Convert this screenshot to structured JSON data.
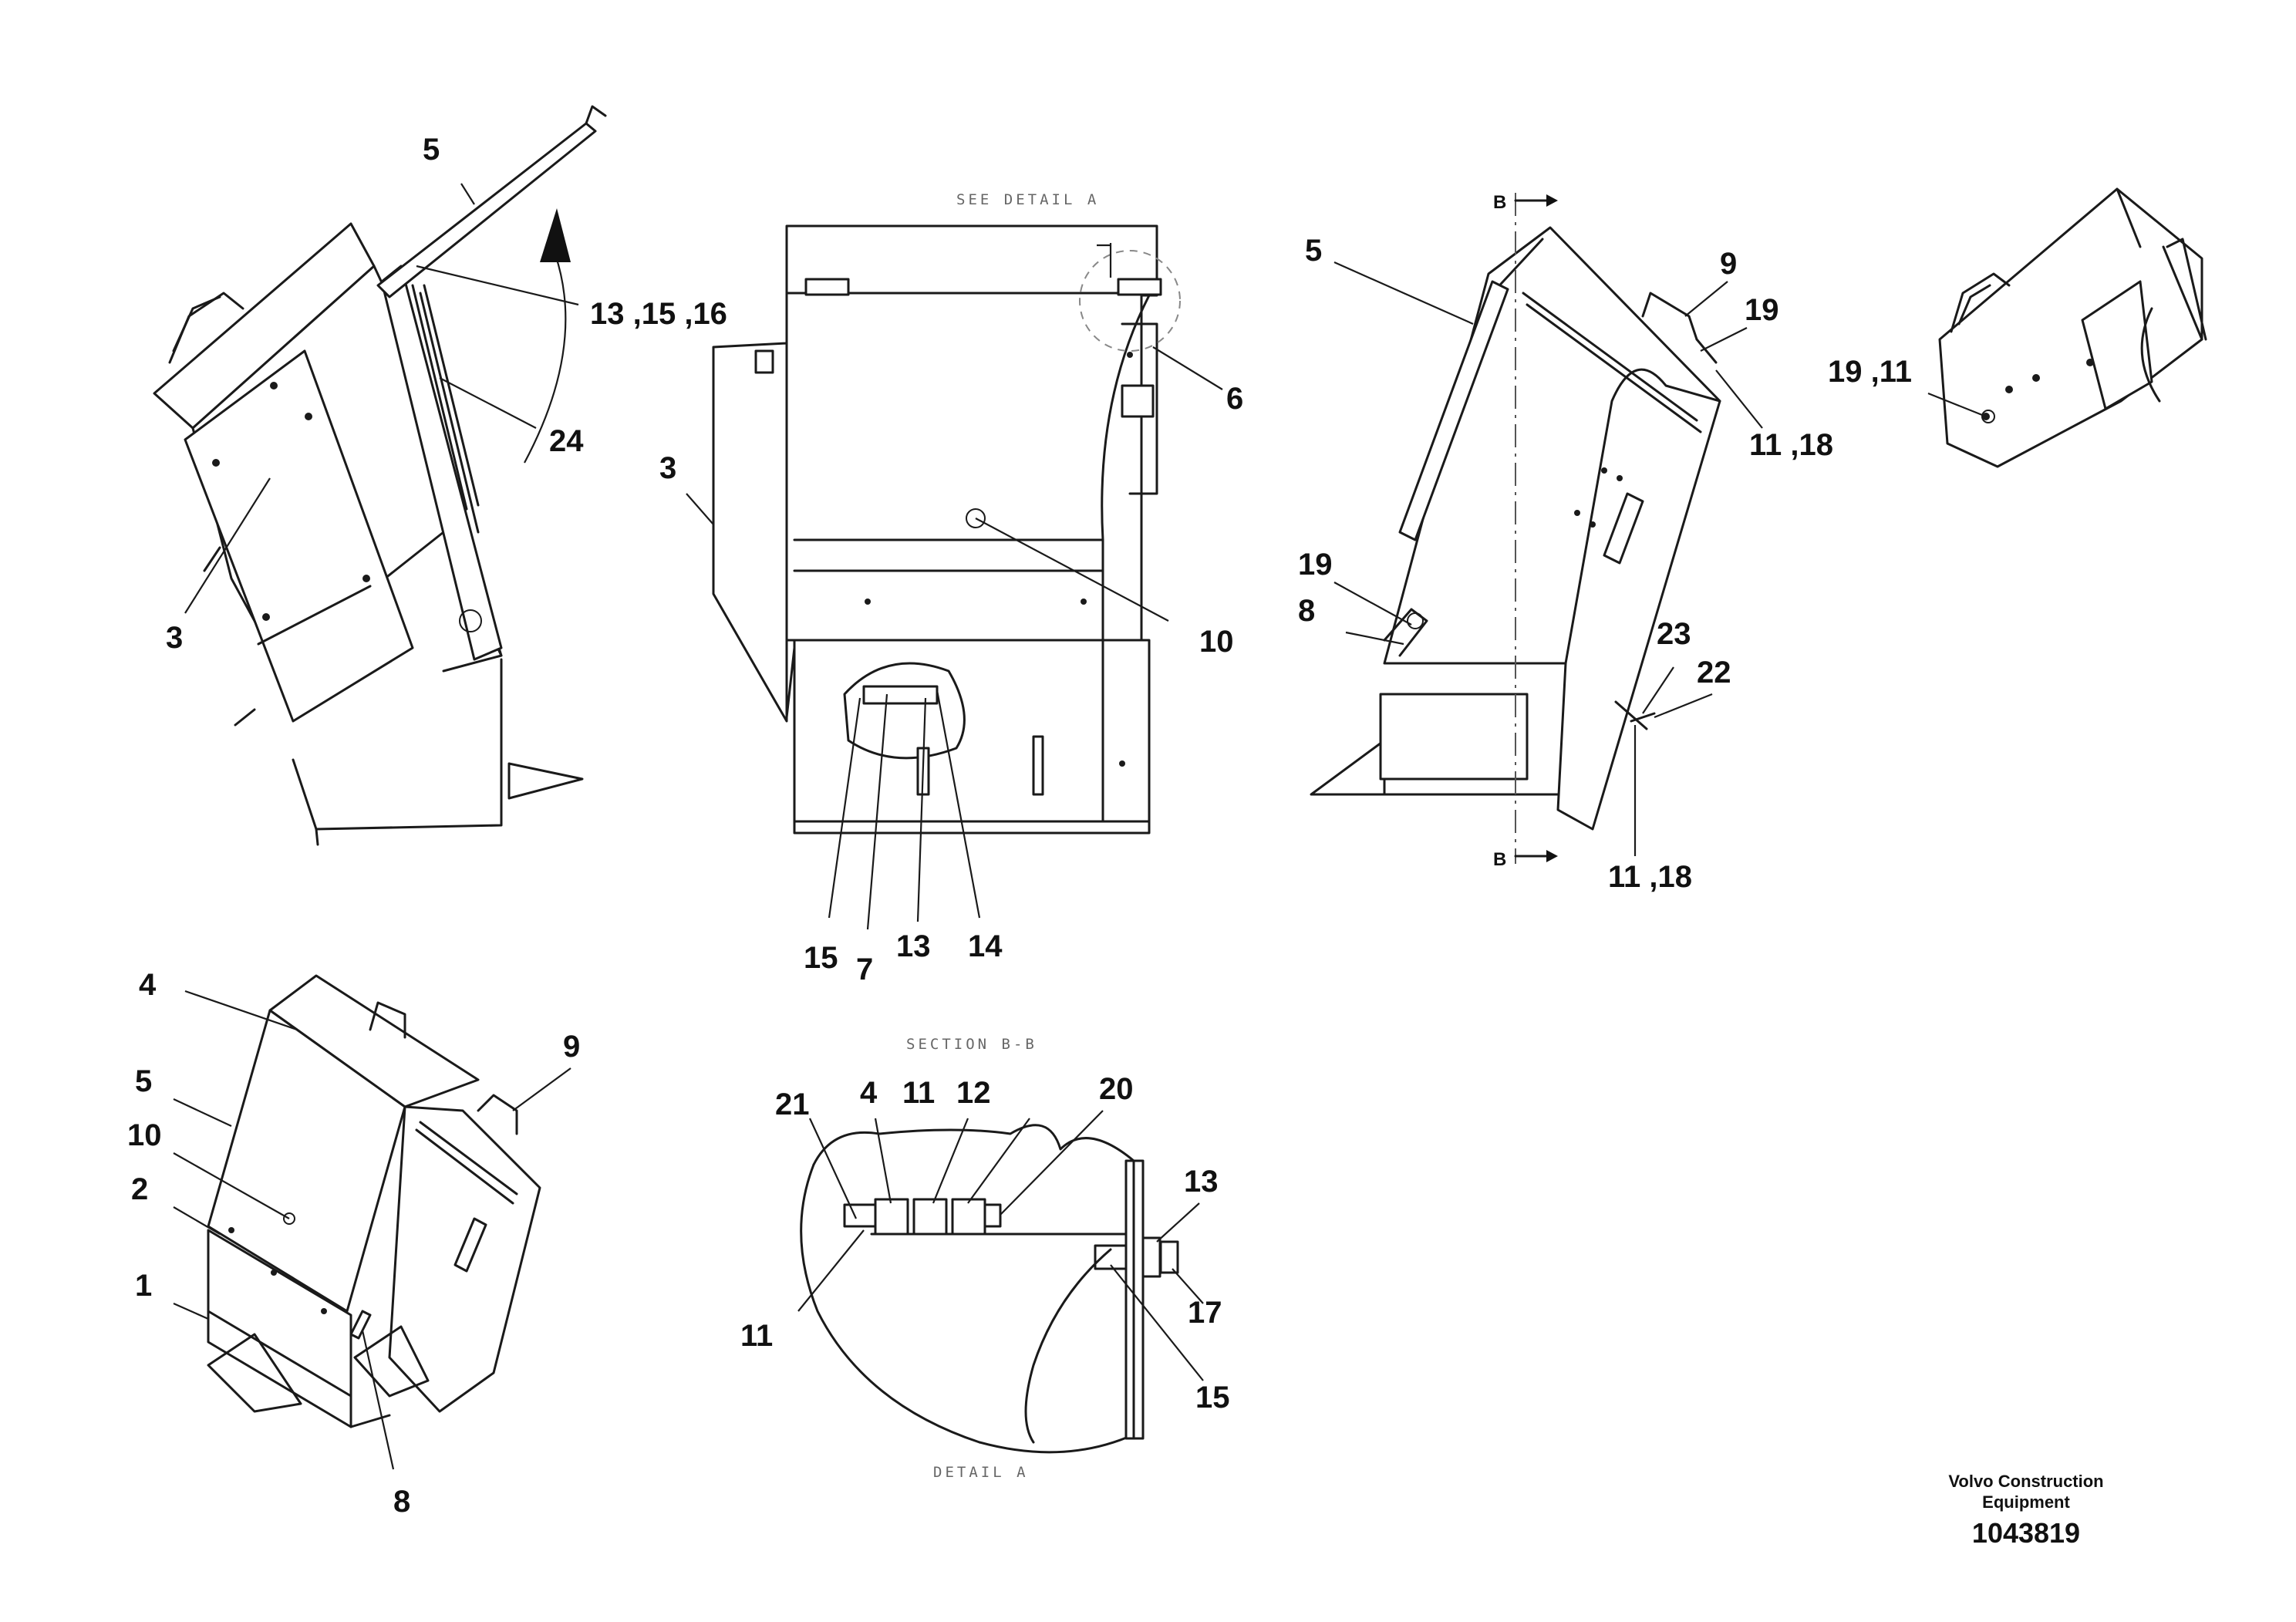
{
  "labels": {
    "v1_5": "5",
    "v1_13_15_16": "13 ,15 ,16",
    "v1_24": "24",
    "v1_3": "3",
    "v2_see_detail": "SEE DETAIL A",
    "v2_6": "6",
    "v2_3": "3",
    "v2_10": "10",
    "v2_15": "15",
    "v2_7": "7",
    "v2_13": "13",
    "v2_14": "14",
    "v3_b_top": "B",
    "v3_b_bottom": "B",
    "v3_5": "5",
    "v3_9": "9",
    "v3_19_top": "19",
    "v3_11_18_top": "11 ,18",
    "v3_19_mid": "19",
    "v3_8": "8",
    "v3_23": "23",
    "v3_22": "22",
    "v3_11_18_bottom": "11 ,18",
    "v4_19_11": "19 ,11",
    "v5_4": "4",
    "v5_5": "5",
    "v5_10": "10",
    "v5_2": "2",
    "v5_1": "1",
    "v5_9": "9",
    "v5_8": "8",
    "v6_section": "SECTION B-B",
    "v6_21": "21",
    "v6_4": "4",
    "v6_11_top": "11",
    "v6_12": "12",
    "v6_20": "20",
    "v6_13": "13",
    "v6_17": "17",
    "v6_15": "15",
    "v6_11_bottom": "11",
    "v6_detail": "DETAIL A"
  },
  "title_block": {
    "company_line1": "Volvo Construction",
    "company_line2": "Equipment",
    "doc_number": "1043819"
  }
}
